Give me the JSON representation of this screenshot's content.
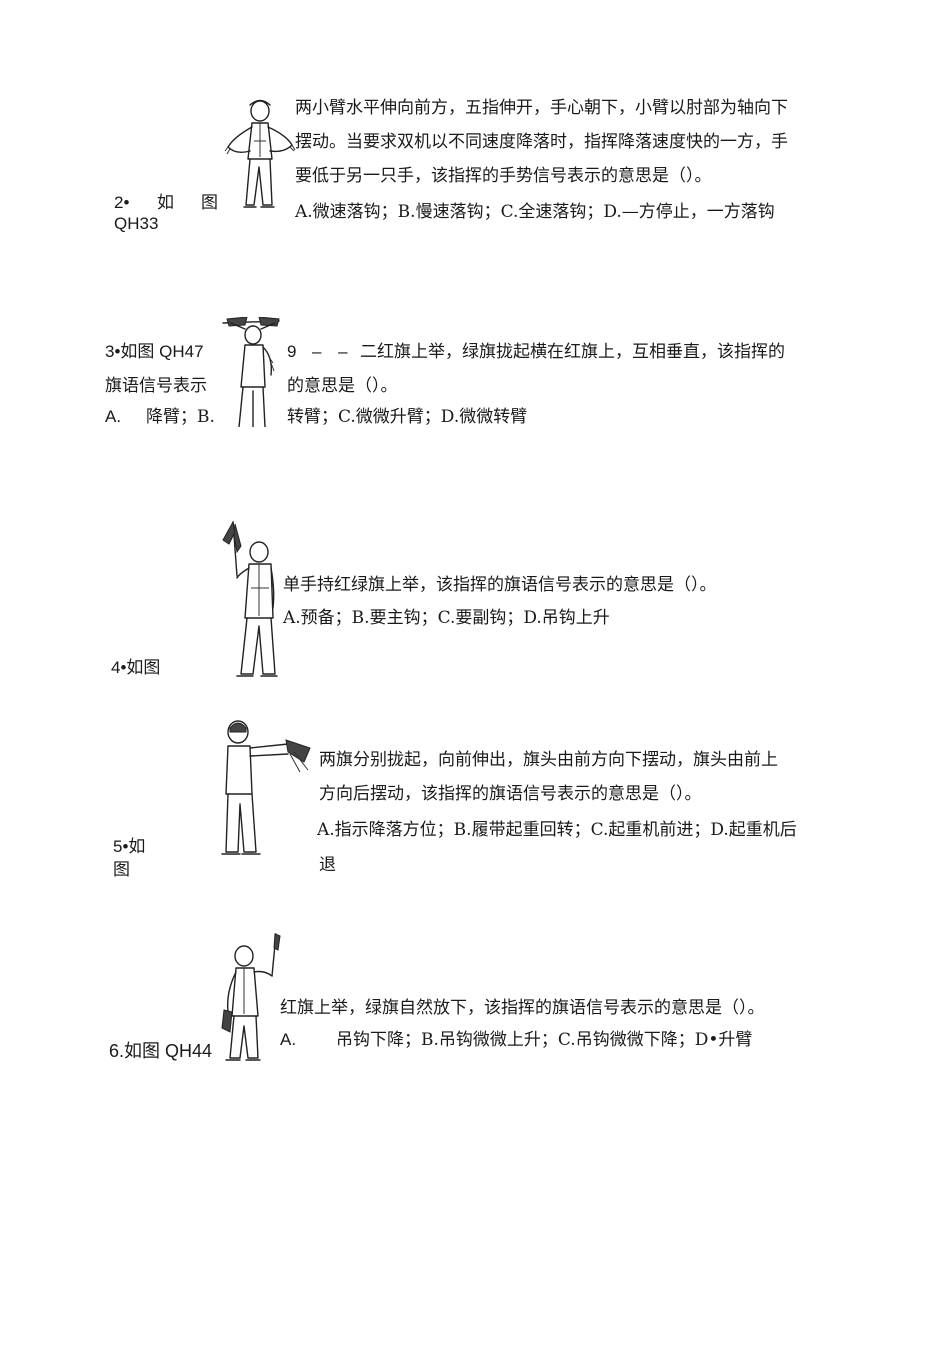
{
  "questions": [
    {
      "label_a": "2•",
      "label_b": "如",
      "label_c": "图",
      "label_d": "QH33",
      "lines": [
        "两小臂水平伸向前方，五指伸开，手心朝下，小臂以肘部为轴向下",
        "摆动。当要求双机以不同速度降落时，指挥降落速度快的一方，手",
        "要低于另一只手，该指挥的手势信号表示的意思是（）。"
      ],
      "options": "A.微速落钩；B.慢速落钩；C.全速落钩；D.—方停止，一方落钩"
    },
    {
      "label_a": "3•如图 QH47",
      "label_b": "旗语信号表示",
      "label_c": "A.",
      "label_d": "降臂；B.",
      "stray": "9",
      "dashes": "‒ ‒",
      "lines": [
        "二红旗上举，绿旗拢起横在红旗上，互相垂直，该指挥的",
        "的意思是（）。"
      ],
      "options": "转臂；C.微微升臂；D.微微转臂"
    },
    {
      "label_a": "4•如图",
      "lines": [
        "单手持红绿旗上举，该指挥的旗语信号表示的意思是（）。"
      ],
      "options": "A.预备；B.要主钩；C.要副钩；D.吊钩上升"
    },
    {
      "label_a": "5•如",
      "label_b": "图",
      "lines": [
        "两旗分别拢起，向前伸出，旗头由前方向下摆动，旗头由前上",
        "方向后摆动，该指挥的旗语信号表示的意思是（）。"
      ],
      "options_lines": [
        "A.指示降落方位；B.履带起重回转；C.起重机前进；D.起重机后",
        "退"
      ]
    },
    {
      "label_a": "6.如图 QH44",
      "lines": [
        "红旗上举，绿旗自然放下，该指挥的旗语信号表示的意思是（）。"
      ],
      "options_a": "A.",
      "options_b": "吊钩下降；B.吊钩微微上升；C.吊钩微微下降；D•升臂"
    }
  ]
}
